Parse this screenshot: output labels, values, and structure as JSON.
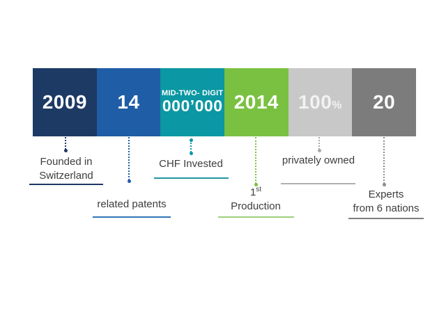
{
  "page": {
    "background_color": "#ffffff",
    "text_color": "#3d3d3d"
  },
  "blocks": [
    {
      "value": "2009",
      "color": "#1c3a64"
    },
    {
      "value": "14",
      "color": "#1f5da6"
    },
    {
      "caption": "MID-TWO- DIGIT",
      "value": "000’000",
      "color": "#0b97a3"
    },
    {
      "value": "2014",
      "color": "#7ac142"
    },
    {
      "value": "100",
      "suffix": "%",
      "color": "#c8c8c8"
    },
    {
      "value": "20",
      "color": "#7c7c7c"
    }
  ],
  "labels": [
    {
      "lines": [
        "Founded in",
        "Switzerland"
      ],
      "underline_color": "#1f3864",
      "connector_color": "#1f3864"
    },
    {
      "lines": [
        "related patents"
      ],
      "underline_color": "#2e75b6",
      "connector_color": "#1f5da6"
    },
    {
      "lines": [
        "CHF Invested"
      ],
      "underline_color": "#2196a3",
      "connector_color": "#0b97a3"
    },
    {
      "num": "1",
      "sup": "st",
      "lines": [
        "Production"
      ],
      "underline_color": "#9dd07a",
      "connector_color": "#7ac142"
    },
    {
      "lines": [
        "privately owned"
      ],
      "underline_color": "#b0b0b0",
      "connector_color": "#a9a9a9"
    },
    {
      "lines": [
        "Experts",
        "from 6 nations"
      ],
      "underline_color": "#7f7f7f",
      "connector_color": "#8c8c8c"
    }
  ]
}
